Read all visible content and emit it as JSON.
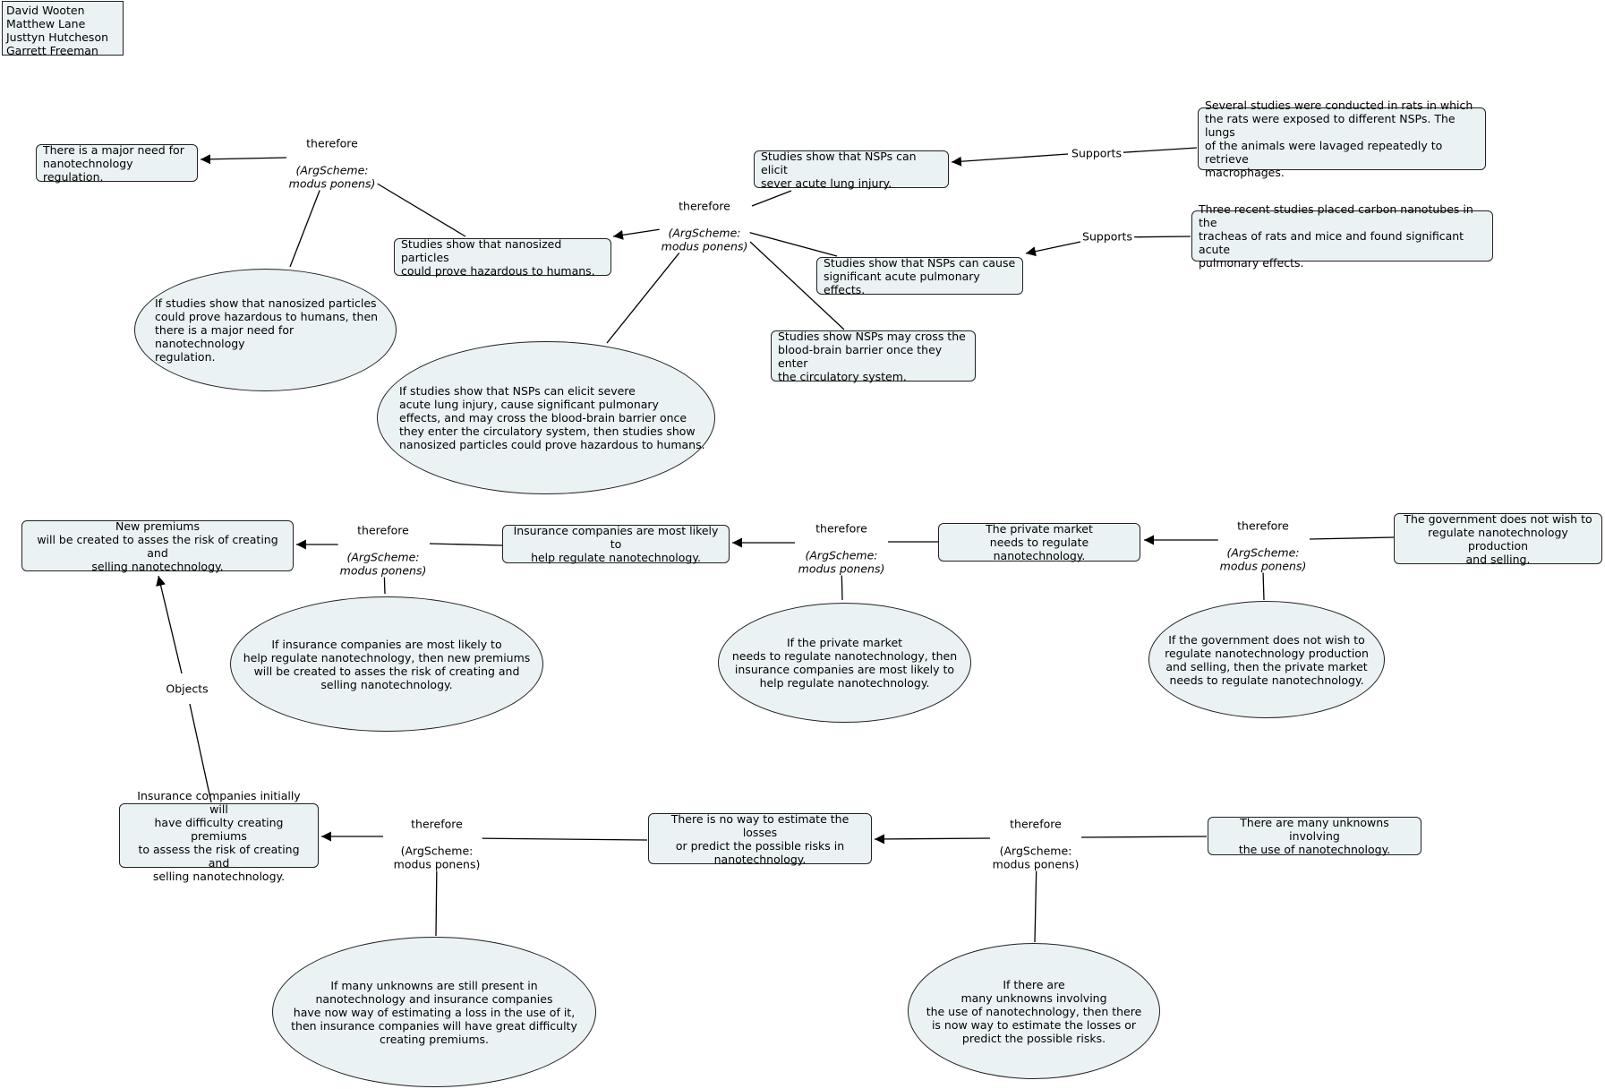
{
  "authors": "David Wooten\nMatthew Lane\nJusttyn Hutcheson\nGarrett Freeman",
  "labels": {
    "therefore": "therefore",
    "argscheme_italic": "(ArgScheme:\nmodus ponens)",
    "argscheme_plain": "(ArgScheme:\nmodus ponens)",
    "supports": "Supports",
    "objects": "Objects"
  },
  "nodes": {
    "major_need": "There is a major need for\nnanotechnology regulation.",
    "nano_hazard": "Studies show that nanosized particles\ncould prove hazardous to humans.",
    "lung_injury": "Studies show that NSPs can elicit\nsever acute lung injury.",
    "pulmonary": "Studies show that NSPs can cause\nsignificant acute pulmonary effects.",
    "bbb": "Studies show NSPs may cross the\nblood-brain barrier once they enter\nthe circulatory system.",
    "rats": "Several studies were conducted in rats in which\nthe rats were exposed to different NSPs. The lungs\nof the animals were lavaged repeatedly to retrieve\nmacrophages.",
    "nanotubes": "Three recent studies placed carbon nanotubes in the\ntracheas of rats and mice and found significant acute\npulmonary effects.",
    "if_hazard": "If studies show that nanosized particles\ncould prove hazardous to humans, then\nthere is a major need for nanotechnology\nregulation.",
    "if_nsp": "If studies show that NSPs can elicit severe\nacute lung injury, cause significant pulmonary\neffects, and may cross the blood-brain barrier once\nthey enter the circulatory system, then studies show\nnanosized particles could prove hazardous to humans.",
    "new_premiums": "New premiums\nwill be created to asses the risk of creating and\nselling nanotechnology.",
    "insurance_likely": "Insurance companies are most likely to\nhelp regulate nanotechnology.",
    "private_market": "The private market\nneeds to regulate nanotechnology.",
    "gov_not_wish": "The government does not wish to\nregulate nanotechnology production\nand selling.",
    "if_insurance": "If insurance companies are most likely to\nhelp regulate nanotechnology, then new premiums\nwill be created to asses the risk of creating and\nselling nanotechnology.",
    "if_private": "If the private market\nneeds to regulate nanotechnology, then\ninsurance companies are most likely to\nhelp regulate nanotechnology.",
    "if_gov": "If the government does not wish to\nregulate nanotechnology production\nand selling, then the private market\nneeds to regulate nanotechnology.",
    "insurance_difficulty": "Insurance companies initially will\nhave difficulty creating premiums\nto assess the risk of creating and\nselling nanotechnology.",
    "no_way": "There is no way to estimate the losses\nor predict the possible risks in\nnanotechnology.",
    "many_unknowns": "There are many unknowns involving\nthe use of nanotechnology.",
    "if_many_unknowns": "If many unknowns are still present in\nnanotechnology and insurance companies\nhave now way of estimating a loss in the use of it,\nthen insurance companies will have great difficulty\ncreating premiums.",
    "if_there_are": "If there are\nmany unknowns involving\nthe use of nanotechnology, then there\nis now way to estimate the losses or\npredict the possible risks."
  }
}
